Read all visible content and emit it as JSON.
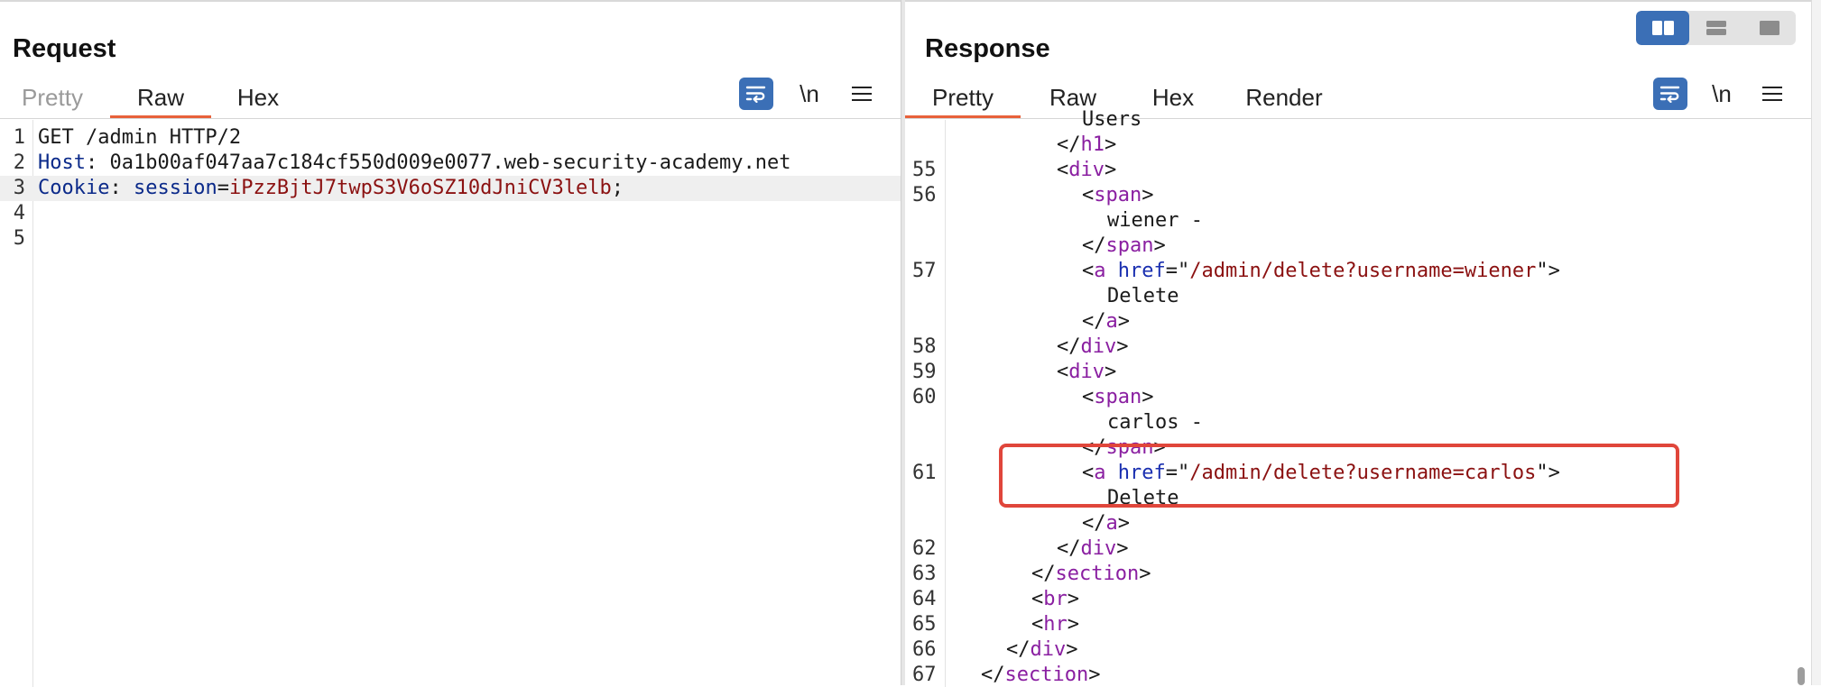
{
  "request": {
    "title": "Request",
    "tabs": [
      {
        "label": "Pretty",
        "state": "muted"
      },
      {
        "label": "Raw",
        "state": "active"
      },
      {
        "label": "Hex",
        "state": "normal"
      }
    ],
    "newline_label": "\\n",
    "lines": [
      {
        "num": "1",
        "parts": [
          {
            "t": "GET /admin HTTP/2",
            "c": "c-txt"
          }
        ]
      },
      {
        "num": "2",
        "parts": [
          {
            "t": "Host",
            "c": "c-key"
          },
          {
            "t": ": 0a1b00af047aa7c184cf550d009e0077.web-security-academy.net",
            "c": "c-txt"
          }
        ]
      },
      {
        "num": "3",
        "highlight": true,
        "parts": [
          {
            "t": "Cookie",
            "c": "c-key"
          },
          {
            "t": ": ",
            "c": "c-txt"
          },
          {
            "t": "session",
            "c": "c-key"
          },
          {
            "t": "=",
            "c": "c-txt"
          },
          {
            "t": "iPzzBjtJ7twpS3V6oSZ10dJniCV3lelb",
            "c": "c-val"
          },
          {
            "t": ";",
            "c": "c-txt"
          }
        ]
      },
      {
        "num": "4",
        "parts": []
      },
      {
        "num": "5",
        "parts": []
      }
    ]
  },
  "response": {
    "title": "Response",
    "tabs": [
      {
        "label": "Pretty",
        "state": "active"
      },
      {
        "label": "Raw",
        "state": "normal"
      },
      {
        "label": "Hex",
        "state": "normal"
      },
      {
        "label": "Render",
        "state": "normal"
      }
    ],
    "newline_label": "\\n",
    "lines": [
      {
        "num": "",
        "indent": 10,
        "parts": [
          {
            "t": "Users",
            "c": "c-txt"
          }
        ]
      },
      {
        "num": "",
        "indent": 8,
        "parts": [
          {
            "t": "</",
            "c": "c-txt"
          },
          {
            "t": "h1",
            "c": "c-tag"
          },
          {
            "t": ">",
            "c": "c-txt"
          }
        ]
      },
      {
        "num": "55",
        "indent": 8,
        "parts": [
          {
            "t": "<",
            "c": "c-txt"
          },
          {
            "t": "div",
            "c": "c-tag"
          },
          {
            "t": ">",
            "c": "c-txt"
          }
        ]
      },
      {
        "num": "56",
        "indent": 10,
        "parts": [
          {
            "t": "<",
            "c": "c-txt"
          },
          {
            "t": "span",
            "c": "c-tag"
          },
          {
            "t": ">",
            "c": "c-txt"
          }
        ]
      },
      {
        "num": "",
        "indent": 12,
        "parts": [
          {
            "t": "wiener -",
            "c": "c-txt"
          }
        ]
      },
      {
        "num": "",
        "indent": 10,
        "parts": [
          {
            "t": "</",
            "c": "c-txt"
          },
          {
            "t": "span",
            "c": "c-tag"
          },
          {
            "t": ">",
            "c": "c-txt"
          }
        ]
      },
      {
        "num": "57",
        "indent": 10,
        "parts": [
          {
            "t": "<",
            "c": "c-txt"
          },
          {
            "t": "a",
            "c": "c-tag"
          },
          {
            "t": " ",
            "c": "c-txt"
          },
          {
            "t": "href",
            "c": "c-attr"
          },
          {
            "t": "=\"",
            "c": "c-txt"
          },
          {
            "t": "/admin/delete?username=wiener",
            "c": "c-str"
          },
          {
            "t": "\">",
            "c": "c-txt"
          }
        ]
      },
      {
        "num": "",
        "indent": 12,
        "parts": [
          {
            "t": "Delete",
            "c": "c-txt"
          }
        ]
      },
      {
        "num": "",
        "indent": 10,
        "parts": [
          {
            "t": "</",
            "c": "c-txt"
          },
          {
            "t": "a",
            "c": "c-tag"
          },
          {
            "t": ">",
            "c": "c-txt"
          }
        ]
      },
      {
        "num": "58",
        "indent": 8,
        "parts": [
          {
            "t": "</",
            "c": "c-txt"
          },
          {
            "t": "div",
            "c": "c-tag"
          },
          {
            "t": ">",
            "c": "c-txt"
          }
        ]
      },
      {
        "num": "59",
        "indent": 8,
        "parts": [
          {
            "t": "<",
            "c": "c-txt"
          },
          {
            "t": "div",
            "c": "c-tag"
          },
          {
            "t": ">",
            "c": "c-txt"
          }
        ]
      },
      {
        "num": "60",
        "indent": 10,
        "parts": [
          {
            "t": "<",
            "c": "c-txt"
          },
          {
            "t": "span",
            "c": "c-tag"
          },
          {
            "t": ">",
            "c": "c-txt"
          }
        ]
      },
      {
        "num": "",
        "indent": 12,
        "parts": [
          {
            "t": "carlos -",
            "c": "c-txt"
          }
        ]
      },
      {
        "num": "",
        "indent": 10,
        "parts": [
          {
            "t": "</",
            "c": "c-txt"
          },
          {
            "t": "span",
            "c": "c-tag"
          },
          {
            "t": ">",
            "c": "c-txt"
          }
        ]
      },
      {
        "num": "61",
        "indent": 10,
        "parts": [
          {
            "t": "<",
            "c": "c-txt"
          },
          {
            "t": "a",
            "c": "c-tag"
          },
          {
            "t": " ",
            "c": "c-txt"
          },
          {
            "t": "href",
            "c": "c-attr"
          },
          {
            "t": "=\"",
            "c": "c-txt"
          },
          {
            "t": "/admin/delete?username=carlos",
            "c": "c-str"
          },
          {
            "t": "\">",
            "c": "c-txt"
          }
        ]
      },
      {
        "num": "",
        "indent": 12,
        "parts": [
          {
            "t": "Delete",
            "c": "c-txt"
          }
        ]
      },
      {
        "num": "",
        "indent": 10,
        "parts": [
          {
            "t": "</",
            "c": "c-txt"
          },
          {
            "t": "a",
            "c": "c-tag"
          },
          {
            "t": ">",
            "c": "c-txt"
          }
        ]
      },
      {
        "num": "62",
        "indent": 8,
        "parts": [
          {
            "t": "</",
            "c": "c-txt"
          },
          {
            "t": "div",
            "c": "c-tag"
          },
          {
            "t": ">",
            "c": "c-txt"
          }
        ]
      },
      {
        "num": "63",
        "indent": 6,
        "parts": [
          {
            "t": "</",
            "c": "c-txt"
          },
          {
            "t": "section",
            "c": "c-tag"
          },
          {
            "t": ">",
            "c": "c-txt"
          }
        ]
      },
      {
        "num": "64",
        "indent": 6,
        "parts": [
          {
            "t": "<",
            "c": "c-txt"
          },
          {
            "t": "br",
            "c": "c-tag"
          },
          {
            "t": ">",
            "c": "c-txt"
          }
        ]
      },
      {
        "num": "65",
        "indent": 6,
        "parts": [
          {
            "t": "<",
            "c": "c-txt"
          },
          {
            "t": "hr",
            "c": "c-tag"
          },
          {
            "t": ">",
            "c": "c-txt"
          }
        ]
      },
      {
        "num": "66",
        "indent": 4,
        "parts": [
          {
            "t": "</",
            "c": "c-txt"
          },
          {
            "t": "div",
            "c": "c-tag"
          },
          {
            "t": ">",
            "c": "c-txt"
          }
        ]
      },
      {
        "num": "67",
        "indent": 2,
        "parts": [
          {
            "t": "</",
            "c": "c-txt"
          },
          {
            "t": "section",
            "c": "c-tag"
          },
          {
            "t": ">",
            "c": "c-txt"
          }
        ]
      }
    ]
  },
  "layout_switch": {
    "options": [
      "split-vertical",
      "split-horizontal",
      "single"
    ],
    "active": "split-vertical"
  },
  "colors": {
    "accent": "#e8613a",
    "button_blue": "#3b6fb6",
    "highlight_box": "#e0463b"
  }
}
